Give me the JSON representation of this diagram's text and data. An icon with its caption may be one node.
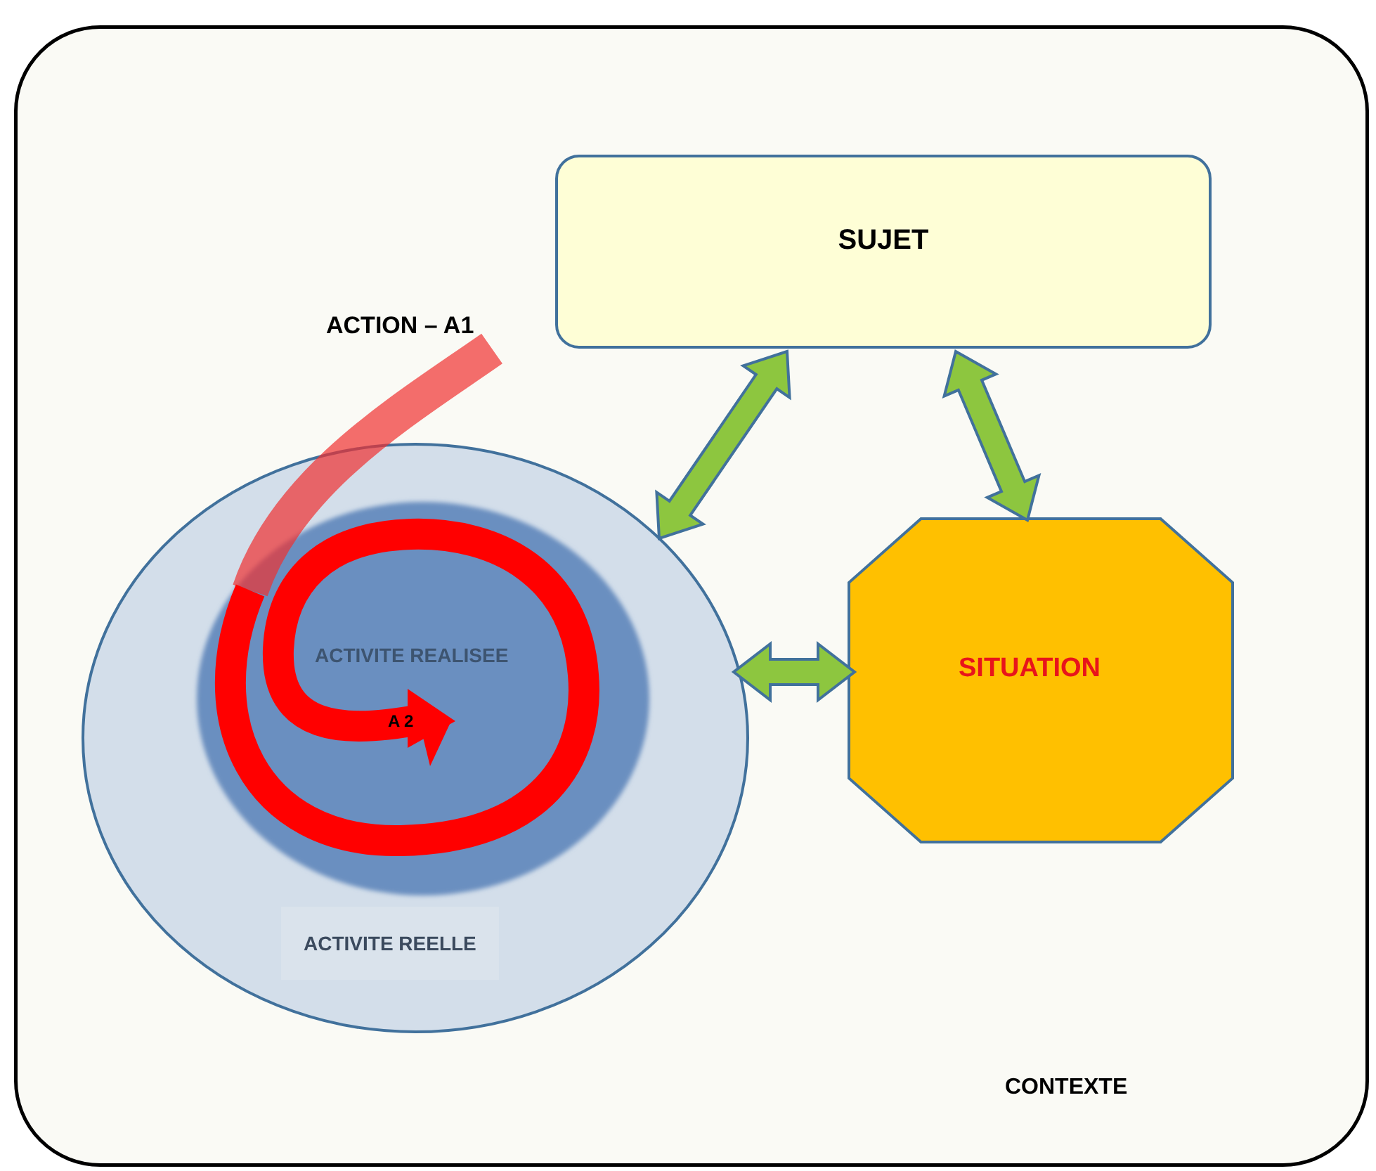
{
  "diagram": {
    "nodes": [
      {
        "text": [
          "CONTEXTE"
        ]
      },
      {
        "text": [
          "SUJET"
        ],
        "in": 0
      },
      {
        "text": [
          "ACTIVITE REELLE"
        ],
        "in": 0
      },
      {
        "text": [
          "ACTIVITE REALISEE"
        ],
        "in": 2
      },
      {
        "text": [
          "SITUATION"
        ],
        "in": 0
      }
    ],
    "edges": [
      {
        "from": 1,
        "to": 2,
        "arrow": "both"
      },
      {
        "from": 1,
        "to": 4,
        "arrow": "both"
      },
      {
        "from": 2,
        "to": 4,
        "arrow": "both"
      }
    ],
    "labels": [
      "ACTION – A1",
      "A 2"
    ]
  }
}
